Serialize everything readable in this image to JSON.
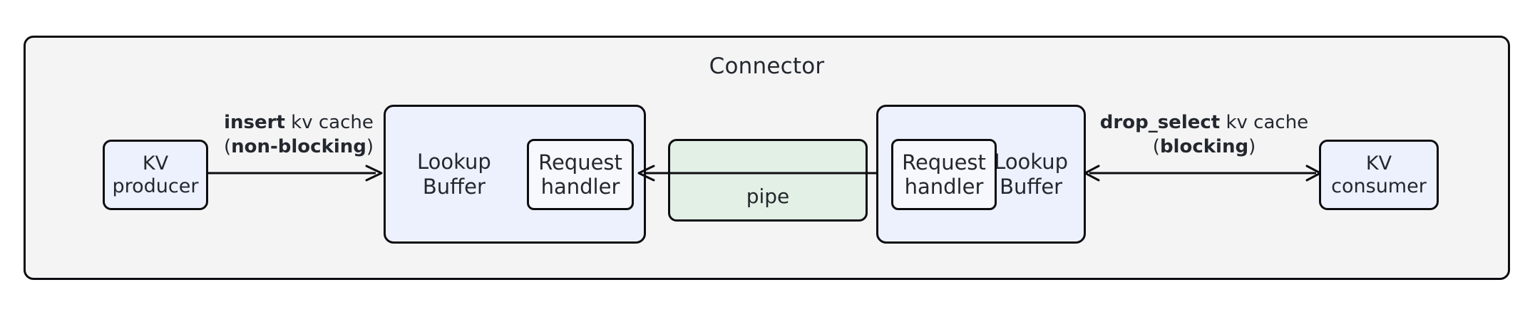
{
  "diagram": {
    "title": "Connector",
    "background": "#f4f4f4",
    "stroke": "#0d0d11",
    "node_fill": "#edf1fd",
    "pipe_fill": "#e2f0e5",
    "text_color": "#23272e"
  },
  "nodes": {
    "kv_producer": "KV\nproducer",
    "lookup_buffer_left": "Lookup\nBuffer",
    "request_handler_left": "Request\nhandler",
    "pipe": "pipe",
    "request_handler_right": "Request\nhandler",
    "lookup_buffer_right": "Lookup\nBuffer",
    "kv_consumer": "KV\nconsumer"
  },
  "edges": {
    "insert": {
      "line1_strong": "insert",
      "line1_rest": " kv cache",
      "line2_open": "(",
      "line2_strong": "non-blocking",
      "line2_close": ")",
      "direction": "right"
    },
    "drop_select": {
      "line1_strong": "drop_select",
      "line1_rest": " kv cache",
      "line2_open": "(",
      "line2_strong": "blocking",
      "line2_close": ")",
      "direction": "bidirectional"
    }
  }
}
